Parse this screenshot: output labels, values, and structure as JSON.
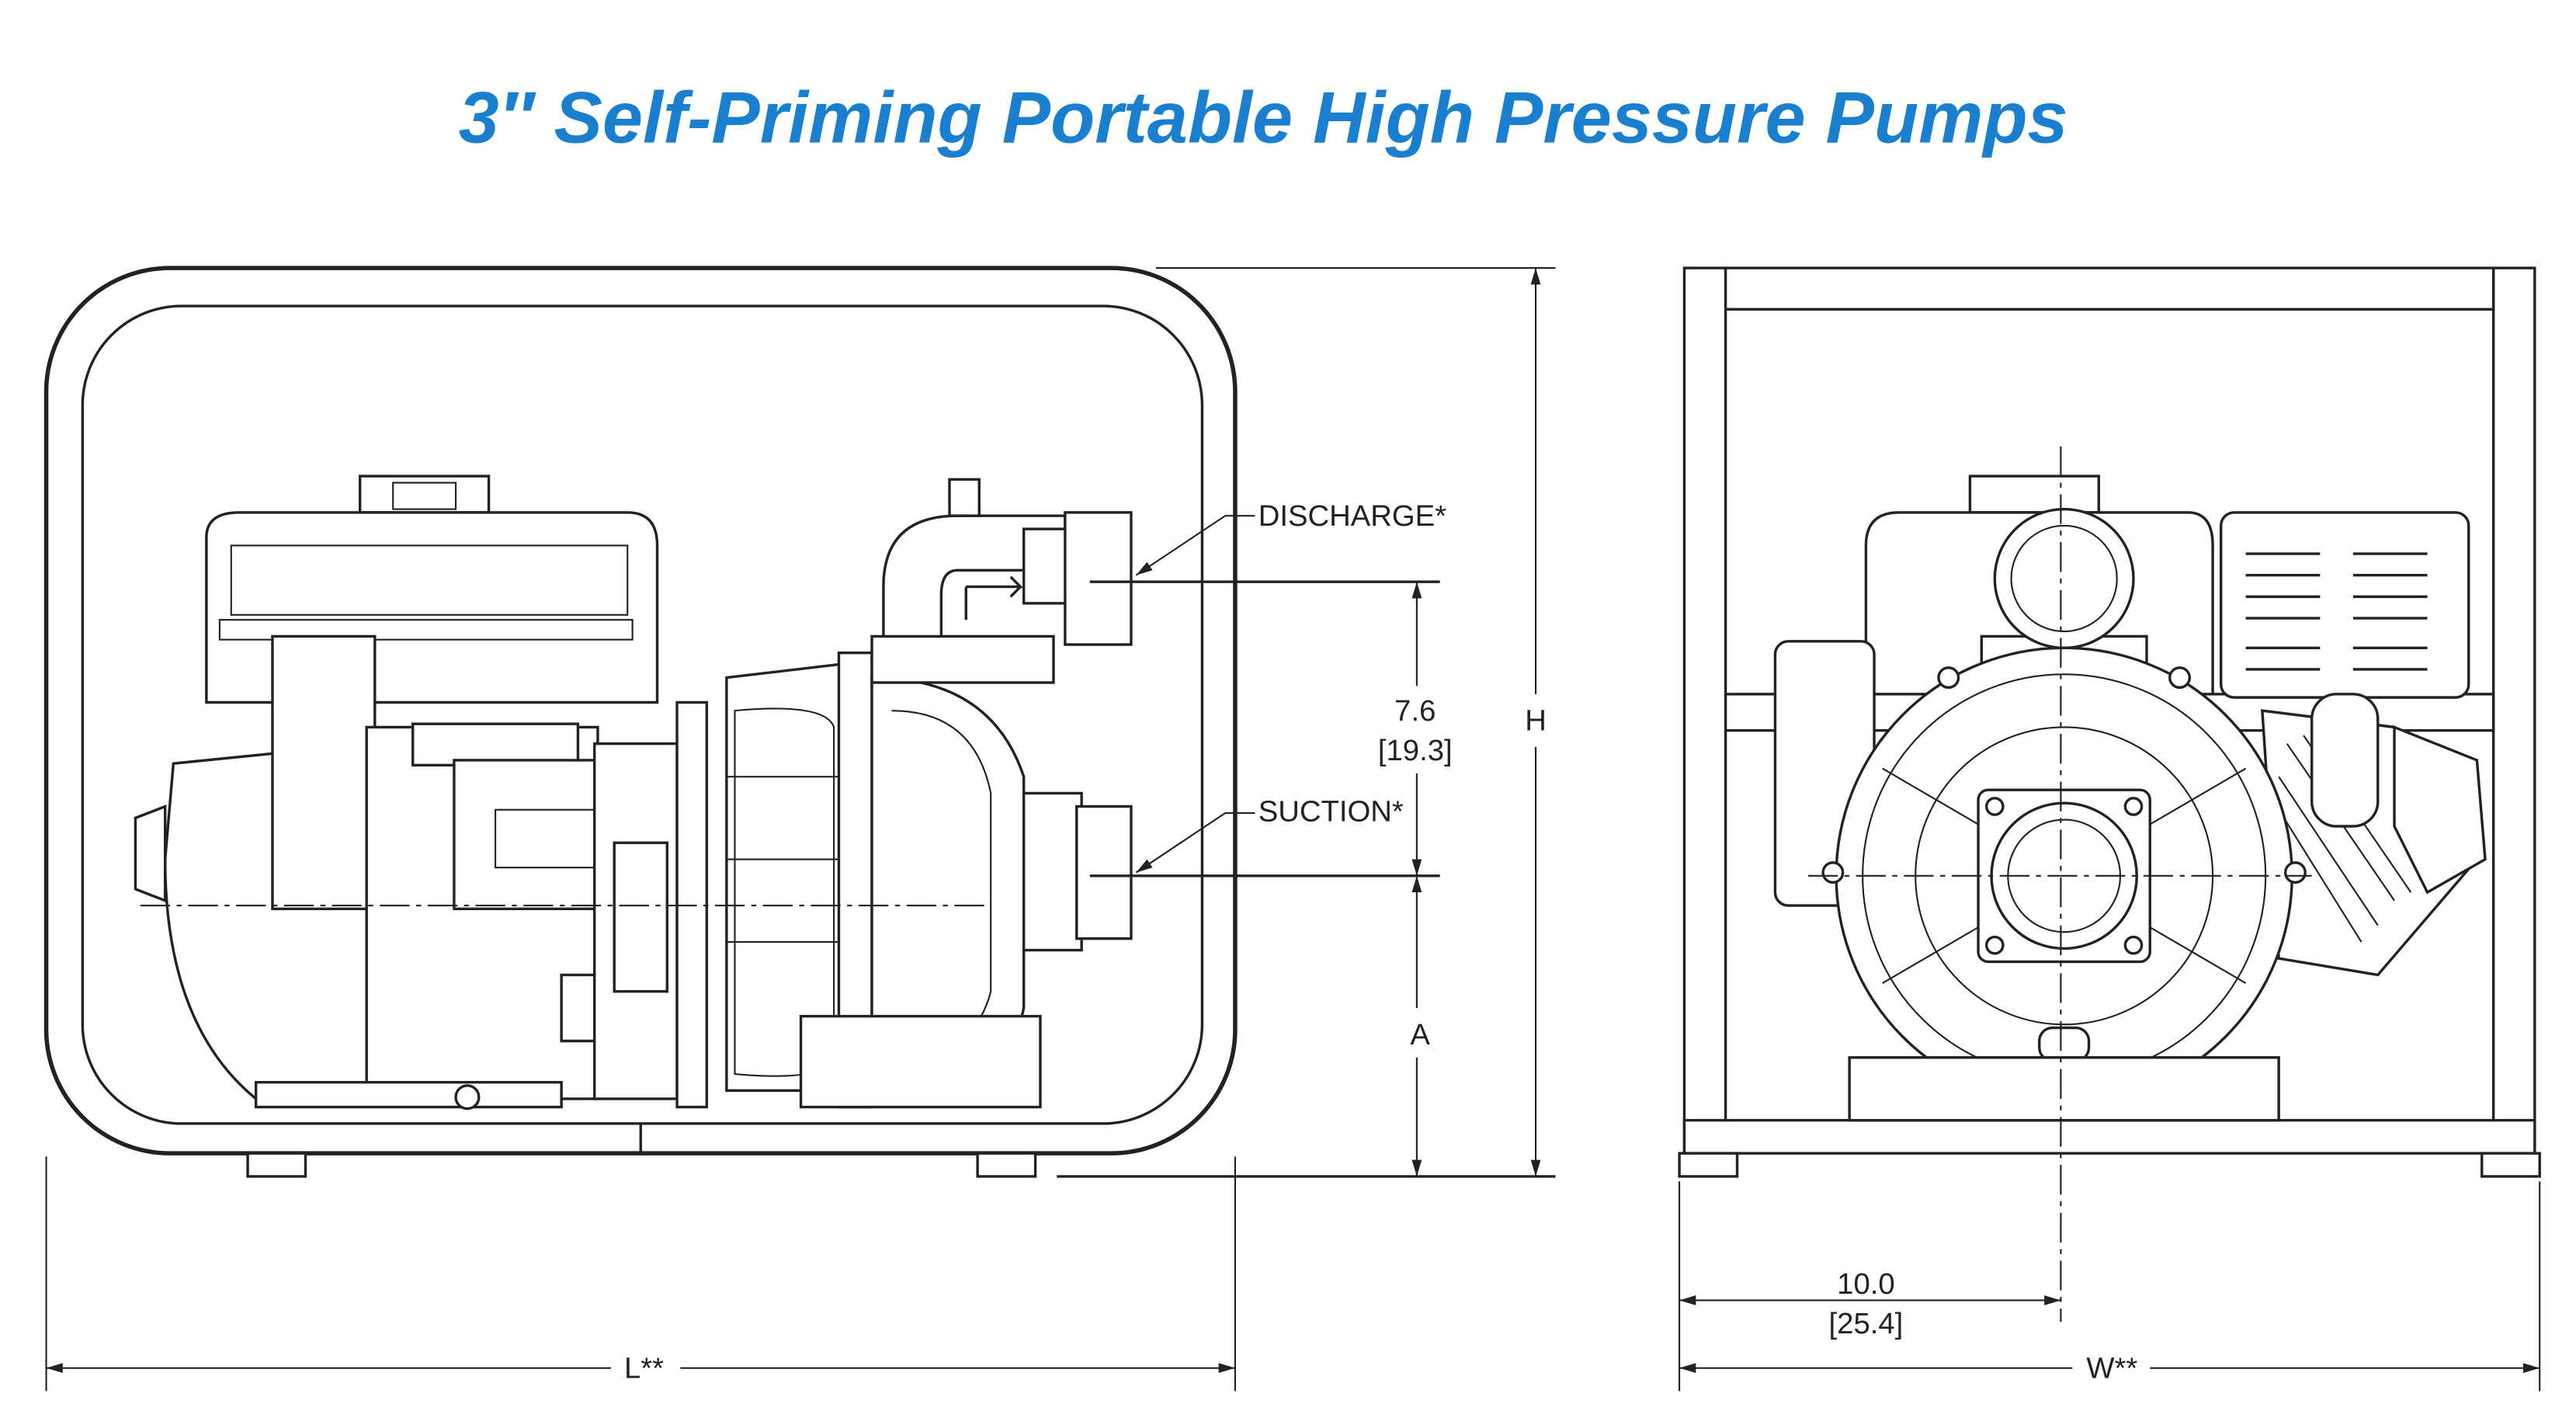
{
  "title": "3″ Self-Priming Portable High Pressure Pumps",
  "brand_color": "#1a7fcf",
  "side_view": {
    "discharge_label": "DISCHARGE*",
    "suction_label": "SUCTION*",
    "offset_dim": {
      "value": "7.6",
      "metric": "[19.3]"
    },
    "height_label": "H",
    "suction_height_label": "A",
    "length_label": "L**"
  },
  "front_view": {
    "center_dim": {
      "value": "10.0",
      "metric": "[25.4]"
    },
    "width_label": "W**"
  }
}
